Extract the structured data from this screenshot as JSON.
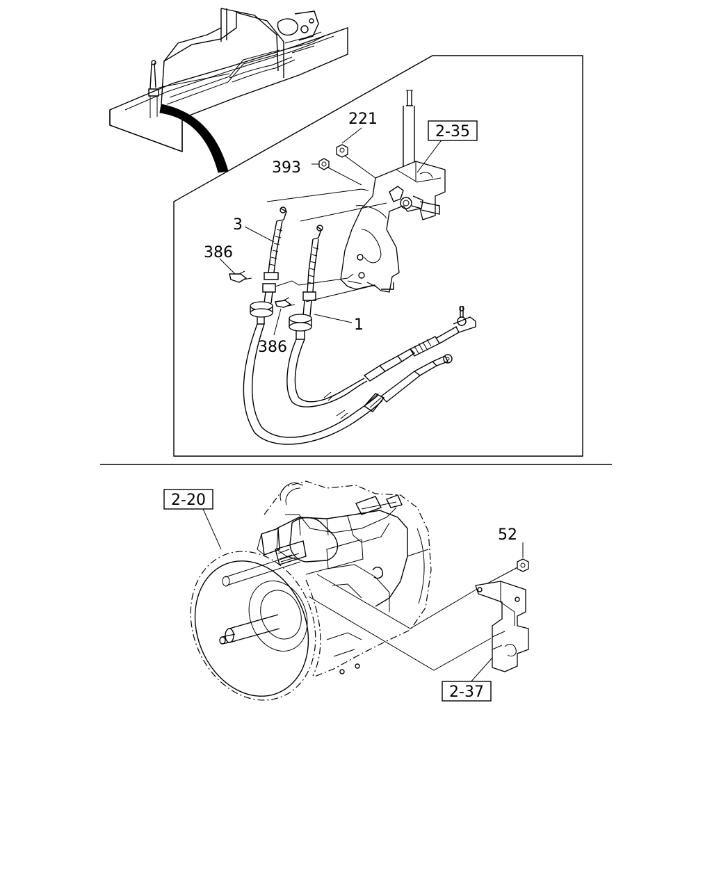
{
  "callouts": {
    "c221": "221",
    "c393": "393",
    "c3": "3",
    "c386a": "386",
    "c386b": "386",
    "c1": "1",
    "c52": "52"
  },
  "references": {
    "r2_35": "2-35",
    "r2_20": "2-20",
    "r2_37": "2-37"
  }
}
